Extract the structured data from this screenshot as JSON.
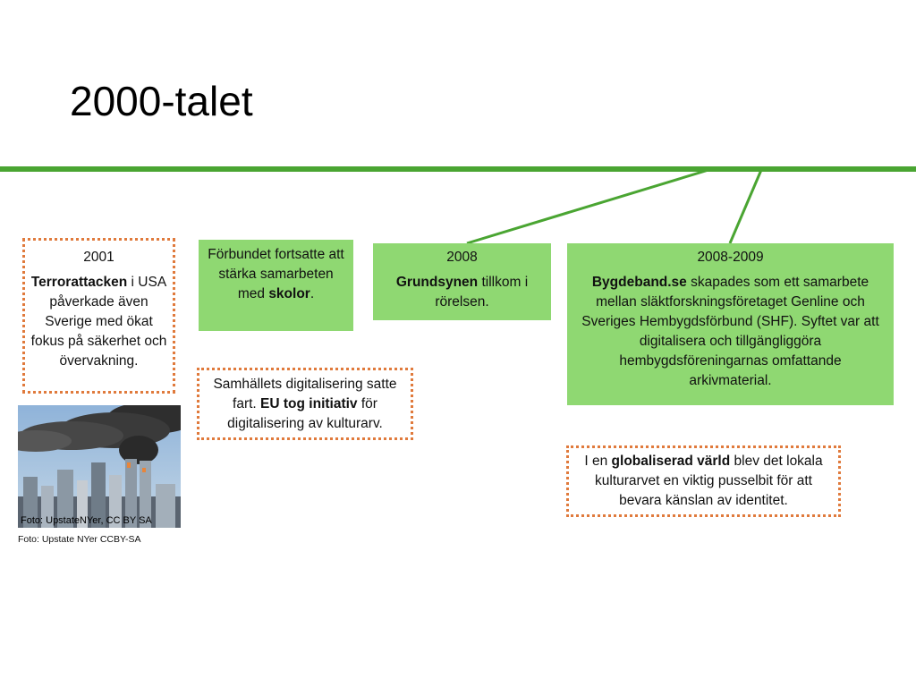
{
  "title": "2000-talet",
  "colors": {
    "timeline_line": "#4aa532",
    "green_box": "#8fd872",
    "dotted_border": "#e07a3c"
  },
  "boxes": {
    "y2001": {
      "year": "2001",
      "bold": "Terrorattacken",
      "text": " i USA påverkade även Sverige med ökat fokus på säkerhet och övervakning."
    },
    "forbundet": {
      "text": "Förbundet fortsatte att stärka samarbeten med ",
      "bold": "skolor",
      "after": "."
    },
    "y2008": {
      "year": "2008",
      "bold": "Grundsynen",
      "text": " tillkom i rörelsen."
    },
    "y2008_2009": {
      "year": "2008-2009",
      "bold": "Bygdeband.se",
      "text": " skapades som ett samarbete mellan släktforskningsföretaget Genline och Sveriges Hembygdsförbund (SHF). Syftet var att digitalisera och tillgängliggöra hembygdsföreningarnas omfattande arkivmaterial."
    },
    "digital": {
      "text": "Samhällets digitalisering satte fart. ",
      "bold": "EU tog initiativ",
      "after": " för digitalisering av kulturarv."
    },
    "global": {
      "text": "I en ",
      "bold": "globaliserad värld",
      "after": " blev det lokala kulturarvet en viktig pusselbit för att bevara känslan av identitet."
    }
  },
  "photo": {
    "icon": "smoking-skyline-photo",
    "inner_caption": "Foto: UpstateNYer, CC BY SA",
    "caption": "Foto: Upstate NYer CCBY-SA"
  }
}
